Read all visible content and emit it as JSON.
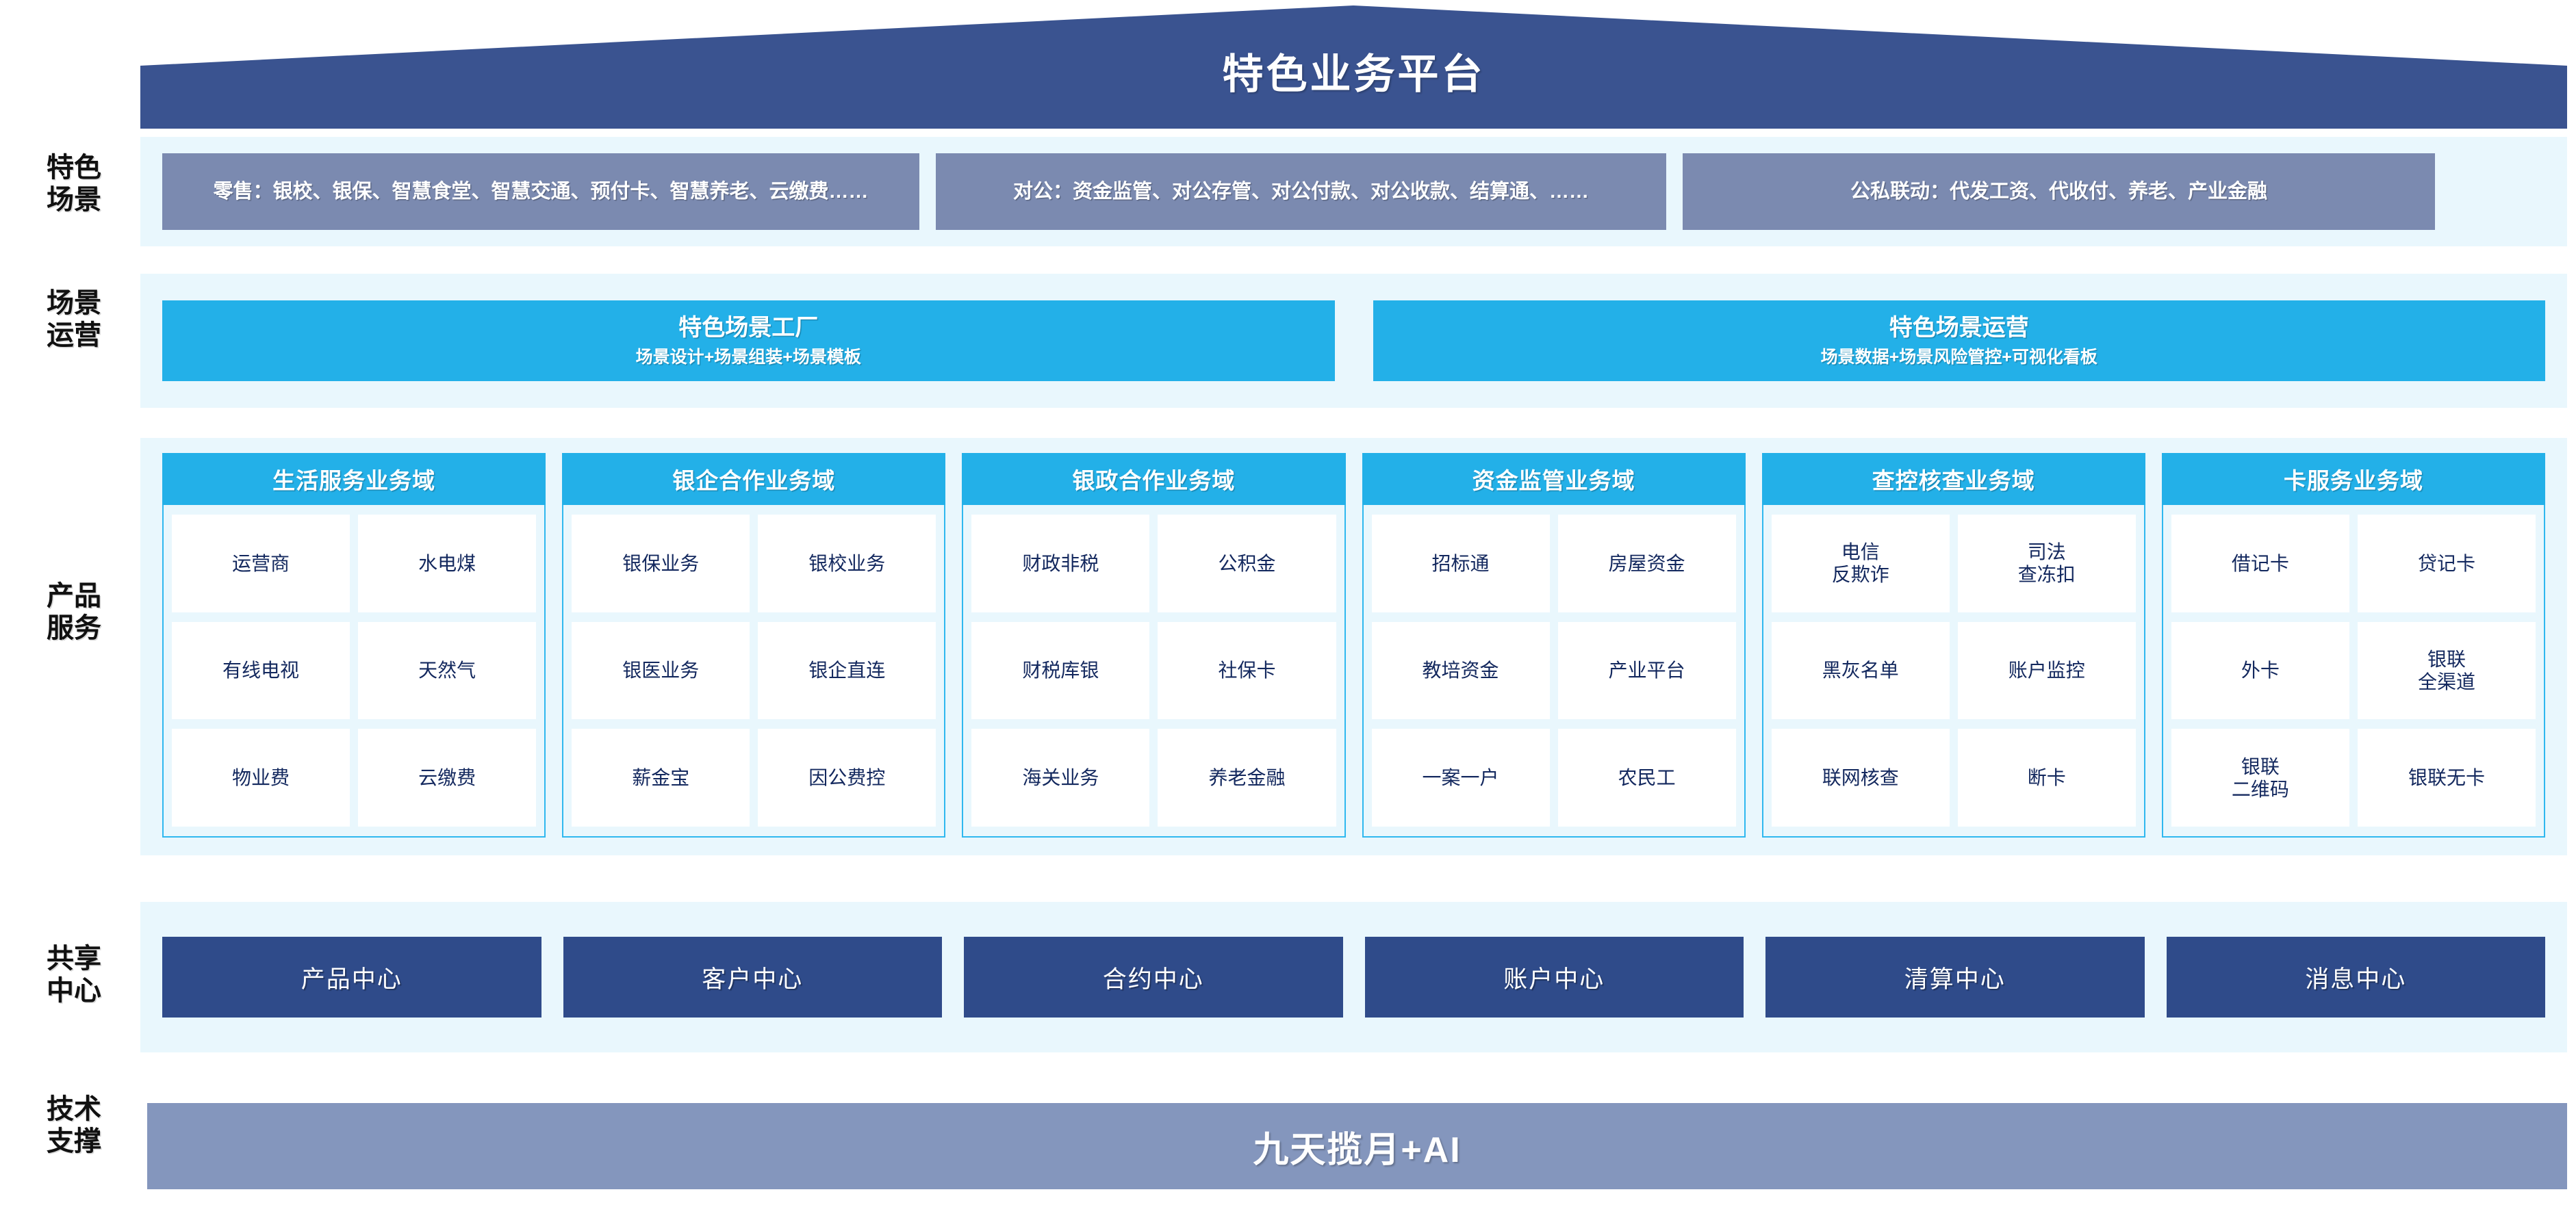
{
  "header": {
    "title": "特色业务平台",
    "roof_color": "#3a5390"
  },
  "rail_labels": {
    "scene": [
      "特色",
      "场景"
    ],
    "operation": [
      "场景",
      "运营"
    ],
    "product": [
      "产品",
      "服务"
    ],
    "shared": [
      "共享",
      "中心"
    ],
    "tech": [
      "技术",
      "支撑"
    ]
  },
  "scenes": {
    "boxes": [
      {
        "text": "零售：银校、银保、智慧食堂、智慧交通、预付卡、智慧养老、云缴费……"
      },
      {
        "text": "对公：资金监管、对公存管、对公付款、对公收款、结算通、……"
      },
      {
        "text": "公私联动：代发工资、代收付、养老、产业金融"
      }
    ],
    "box_color": "#7b8ab0"
  },
  "operations": {
    "boxes": [
      {
        "title": "特色场景工厂",
        "subtitle": "场景设计+场景组装+场景模板"
      },
      {
        "title": "特色场景运营",
        "subtitle": "场景数据+场景风险管控+可视化看板"
      }
    ],
    "box_color": "#23b0e8"
  },
  "domains": [
    {
      "title": "生活服务业务域",
      "items": [
        "运营商",
        "水电煤",
        "有线电视",
        "天然气",
        "物业费",
        "云缴费"
      ]
    },
    {
      "title": "银企合作业务域",
      "items": [
        "银保业务",
        "银校业务",
        "银医业务",
        "银企直连",
        "薪金宝",
        "因公费控"
      ]
    },
    {
      "title": "银政合作业务域",
      "items": [
        "财政非税",
        "公积金",
        "财税库银",
        "社保卡",
        "海关业务",
        "养老金融"
      ]
    },
    {
      "title": "资金监管业务域",
      "items": [
        "招标通",
        "房屋资金",
        "教培资金",
        "产业平台",
        "一案一户",
        "农民工"
      ]
    },
    {
      "title": "查控核查业务域",
      "items": [
        "电信\n反欺诈",
        "司法\n查冻扣",
        "黑灰名单",
        "账户监控",
        "联网核查",
        "断卡"
      ]
    },
    {
      "title": "卡服务业务域",
      "items": [
        "借记卡",
        "贷记卡",
        "外卡",
        "银联\n全渠道",
        "银联\n二维码",
        "银联无卡"
      ]
    }
  ],
  "shared_centers": {
    "boxes": [
      "产品中心",
      "客户中心",
      "合约中心",
      "账户中心",
      "清算中心",
      "消息中心"
    ],
    "box_color": "#2f4b8a"
  },
  "tech_support": {
    "label": "九天揽月+AI",
    "bar_color": "#8496bd"
  },
  "colors": {
    "panel_bg": "#e9f7fd",
    "accent_cyan": "#23b0e8",
    "accent_navy": "#2f4b8a",
    "tile_text": "#13285e"
  }
}
